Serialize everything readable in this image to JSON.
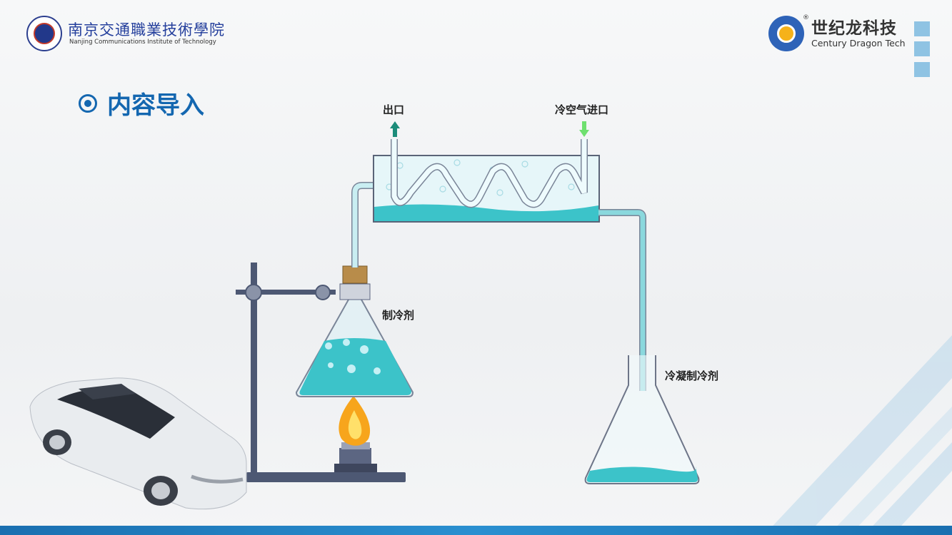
{
  "header": {
    "school_name_cn": "南京交通職業技術學院",
    "school_name_en": "Nanjing Communications Institute of Technology",
    "company_name_cn": "世纪龙科技",
    "company_name_en": "Century Dragon Tech",
    "registered_mark": "®"
  },
  "slide": {
    "title": "内容导入"
  },
  "diagram": {
    "outlet_label": "出口",
    "inlet_label": "冷空气进口",
    "refrigerant_label": "制冷剂",
    "condensed_label": "冷凝制冷剂",
    "colors": {
      "liquid": "#3cc3c9",
      "tube": "#bfe8ec",
      "frame": "#4a5570",
      "arrow_out": "#1c8c7a",
      "arrow_in": "#6fe06f"
    }
  }
}
